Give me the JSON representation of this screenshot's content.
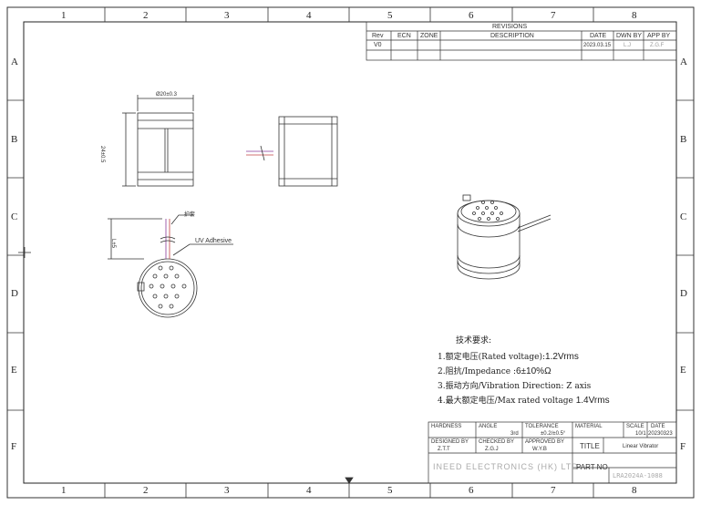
{
  "zones": {
    "columns": [
      "1",
      "2",
      "3",
      "4",
      "5",
      "6",
      "7",
      "8"
    ],
    "rows": [
      "A",
      "B",
      "C",
      "D",
      "E",
      "F"
    ]
  },
  "revisions": {
    "title": "REVISIONS",
    "headers": [
      "Rev",
      "ECN",
      "ZONE",
      "DESCRIPTION",
      "DATE",
      "DWN BY",
      "APP BY"
    ],
    "row": {
      "rev": "V0",
      "ecn": "",
      "zone": "",
      "description": "",
      "date": "2023.03.15",
      "dwn_by": "L.J",
      "app_by": "Z.G.F"
    }
  },
  "dimensions": {
    "diameter": "Ø20±0.3",
    "height": "24±0.5",
    "lead_length": "L±5",
    "sleeve_note": "护套",
    "adhesive_note": "UV Adhesive"
  },
  "notes": {
    "title": "技术要求:",
    "items": [
      {
        "num": "1.",
        "text": "额定电压(Rated voltage):",
        "value": "1.2Vrms"
      },
      {
        "num": "2.",
        "text": "阻抗/Impedance :",
        "value": "6±10%Ω"
      },
      {
        "num": "3.",
        "text": "振动方向/Vibration Direction:",
        "value": "Z axis"
      },
      {
        "num": "4.",
        "text": "最大额定电压/Max rated voltage",
        "value": "1.4Vrms"
      }
    ]
  },
  "title_block": {
    "hardness_label": "HARDNESS",
    "angle_label": "ANGLE",
    "angle_value": "3rd",
    "tolerance_label": "TOLERANCE",
    "tolerance_value": "±0.2/±0.5°",
    "material_label": "MATERIAL",
    "scale_label": "SCALE",
    "scale_value": "10/1",
    "date_label": "DATE",
    "date_value": "20230323",
    "designed_label": "DESIGNED BY",
    "designed_value": "Z.T.T",
    "checked_label": "CHECKED BY",
    "checked_value": "Z.G.J",
    "approved_label": "APPROVED BY",
    "approved_value": "W.Y.B",
    "title_label": "TITLE",
    "title_value": "Linear Vibrator",
    "company": "INEED ELECTRONICS (HK) LTD",
    "partno_label": "PART NO",
    "partno_value": "LRA2024A-1088"
  }
}
